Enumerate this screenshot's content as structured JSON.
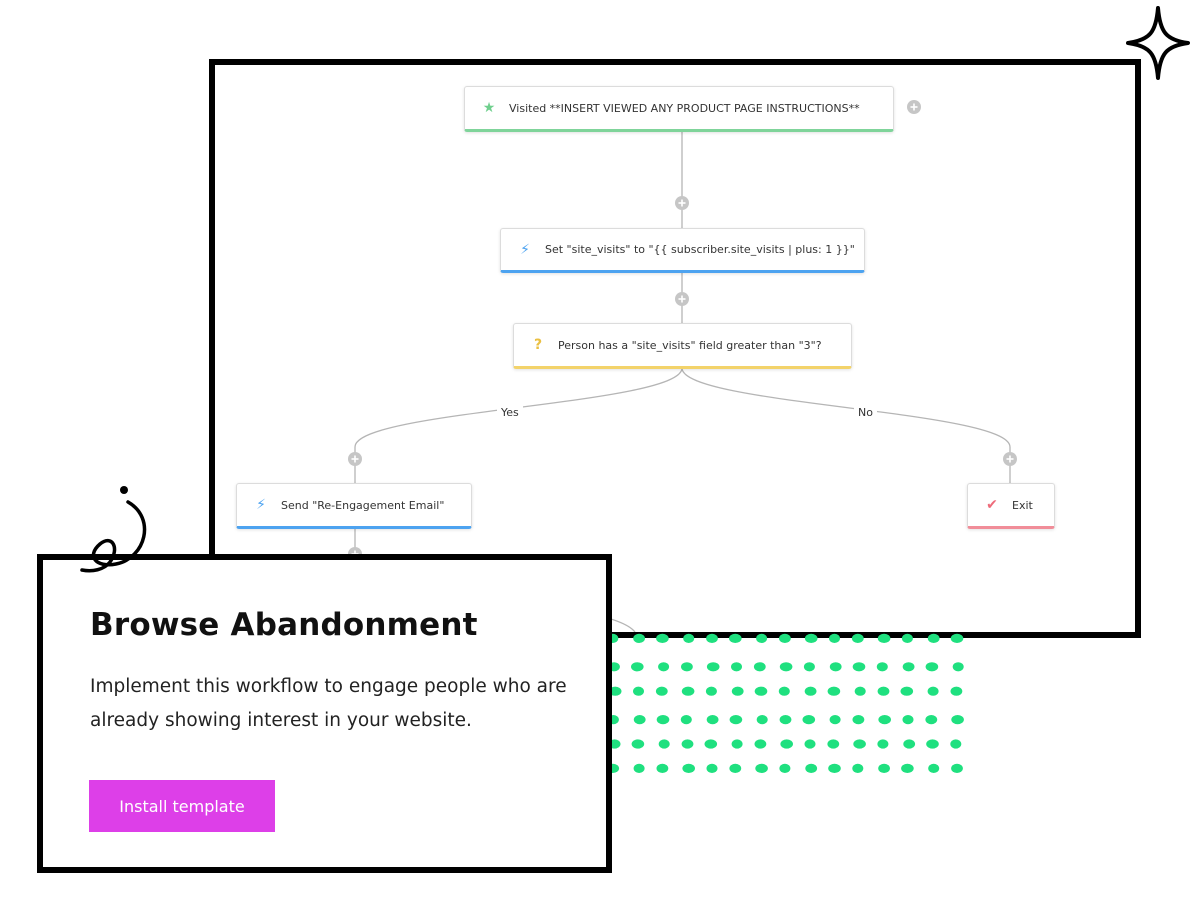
{
  "workflow": {
    "nodes": {
      "trigger": {
        "icon": "star-icon",
        "label": "Visited **INSERT VIEWED ANY PRODUCT PAGE INSTRUCTIONS**",
        "accent": "#7fd49a"
      },
      "set_field": {
        "icon": "lightning-icon",
        "label": "Set \"site_visits\" to \"{{ subscriber.site_visits | plus: 1 }}\"",
        "accent": "#4da3f0"
      },
      "condition": {
        "icon": "question-icon",
        "label": "Person has a \"site_visits\" field greater than \"3\"?",
        "accent": "#f3d36a"
      },
      "send_email": {
        "icon": "lightning-icon",
        "label": "Send \"Re-Engagement Email\"",
        "accent": "#4da3f0"
      },
      "exit": {
        "icon": "checkmark-icon",
        "label": "Exit",
        "accent": "#f18d99"
      }
    },
    "branches": {
      "yes": "Yes",
      "no": "No"
    }
  },
  "card": {
    "title": "Browse Abandonment",
    "description": "Implement this workflow to engage people who are already showing interest in your website.",
    "install_label": "Install template",
    "button_color": "#dd3fe8"
  },
  "decor": {
    "dot_color": "#1fe07f",
    "sparkle": "sparkle-icon",
    "squiggle": "squiggle-icon"
  }
}
